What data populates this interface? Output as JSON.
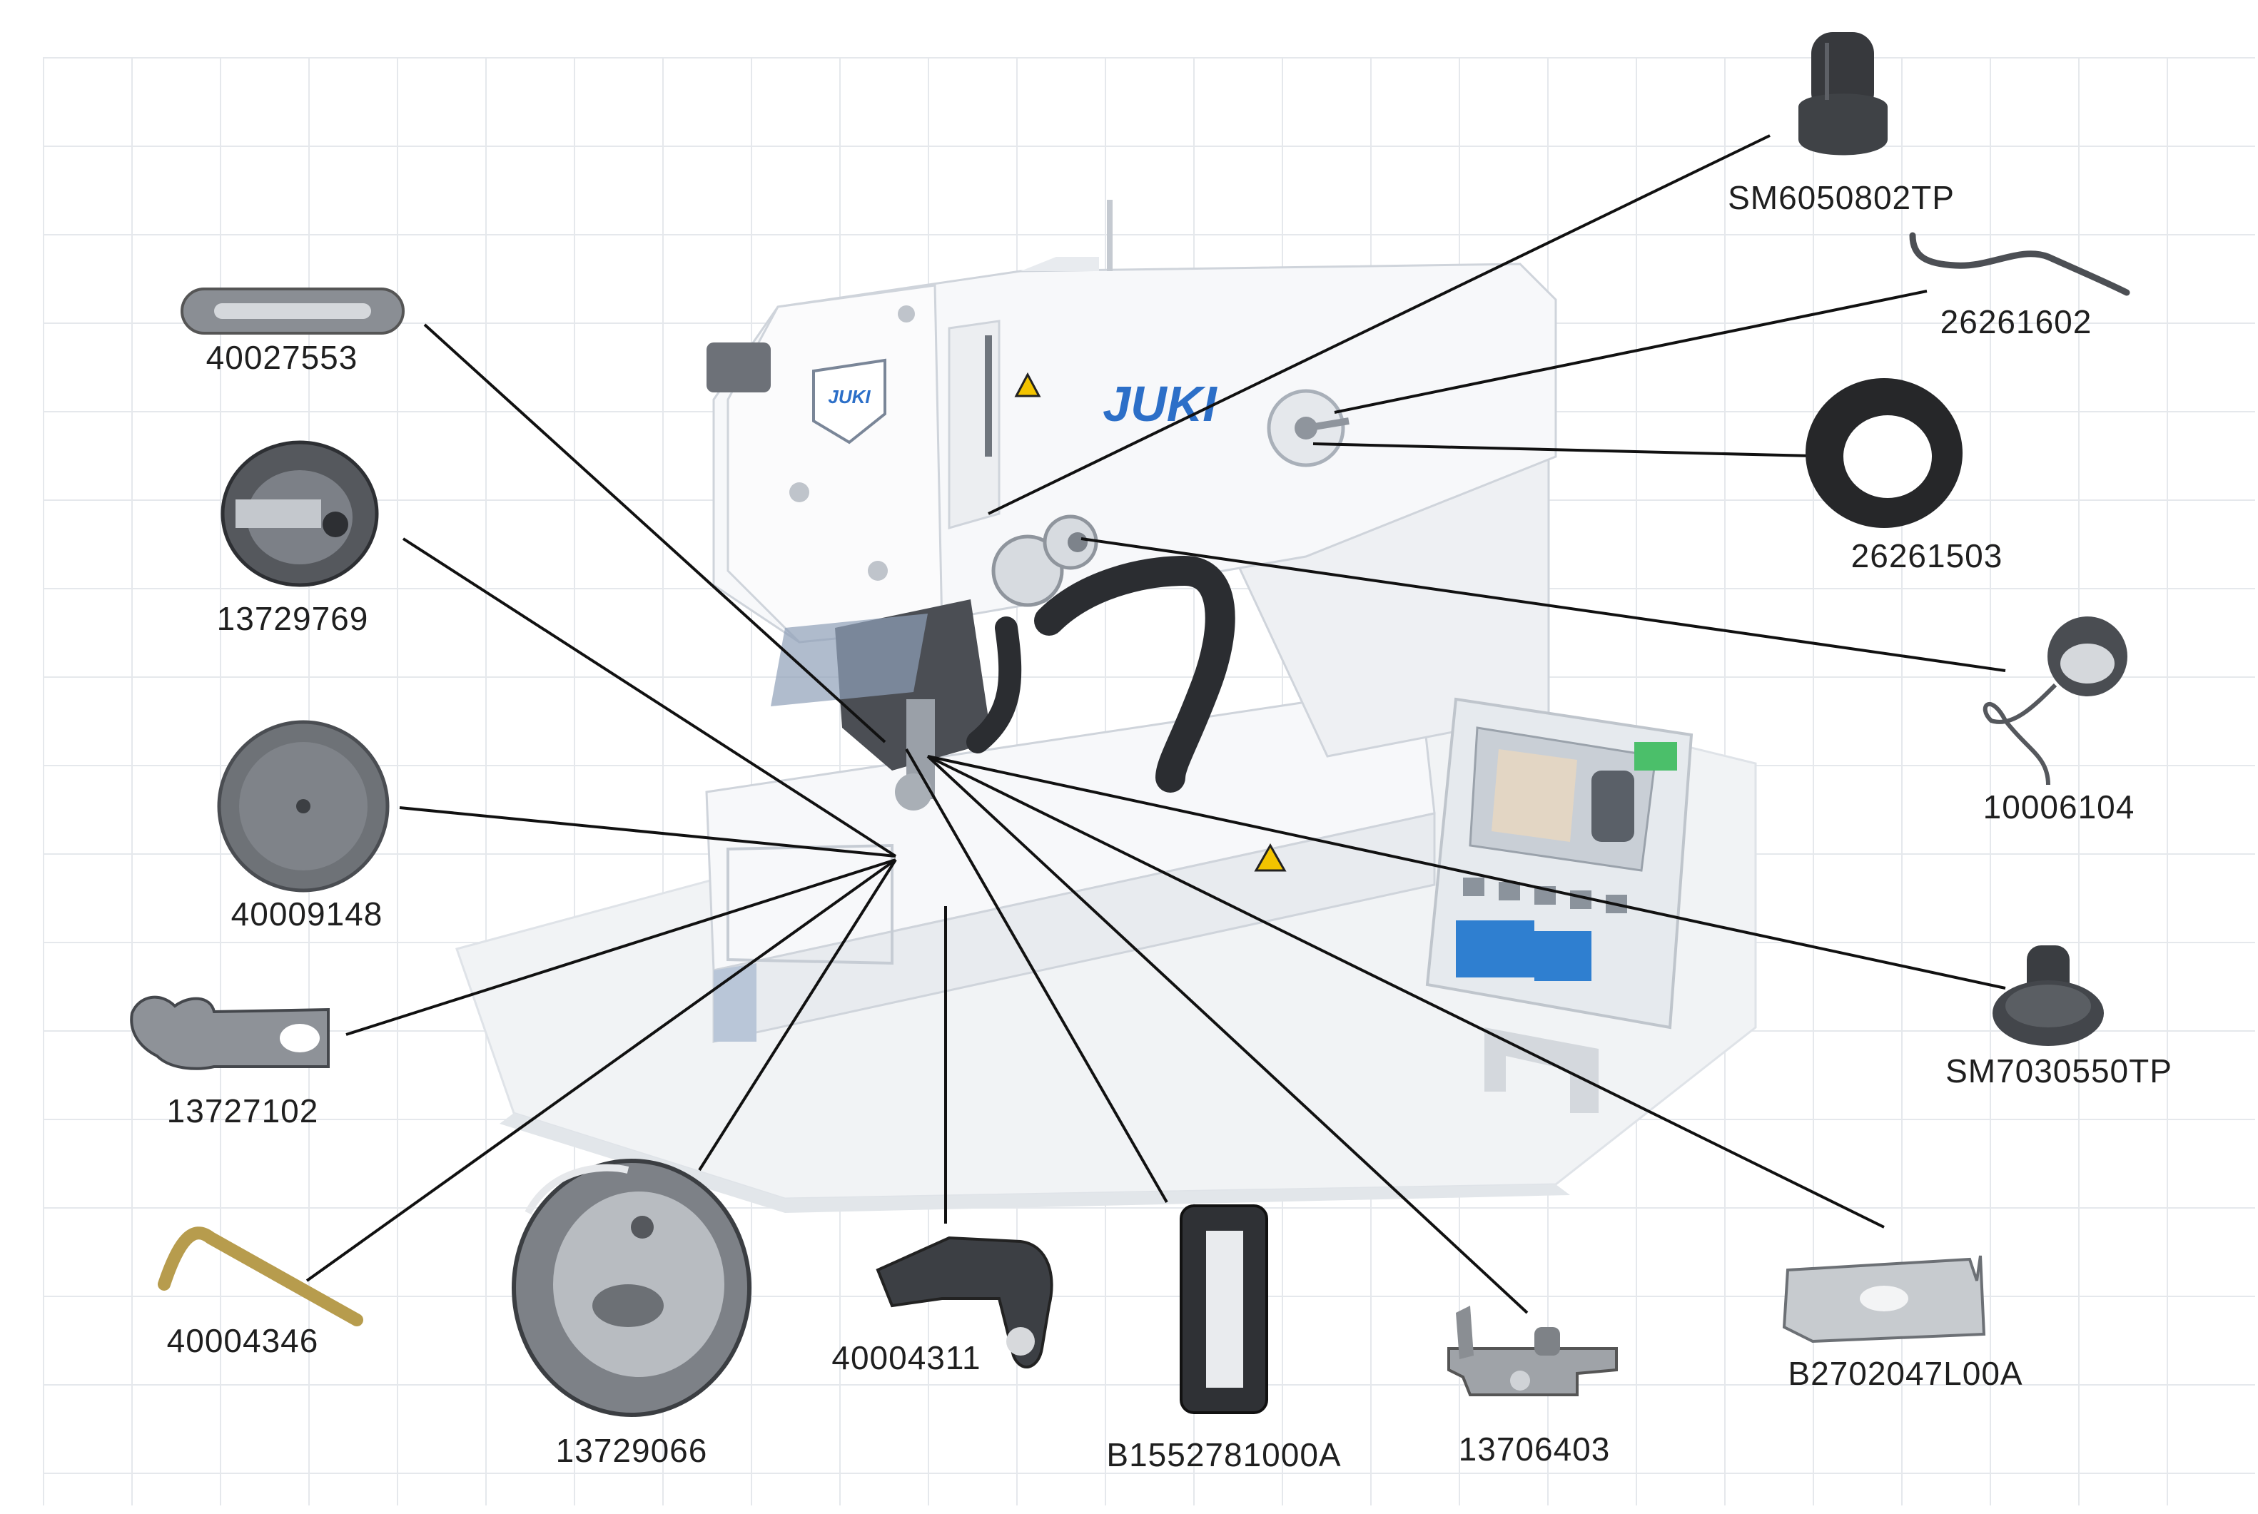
{
  "machine": {
    "brand_head": "JUKI",
    "brand_badge": "JUKI"
  },
  "colors": {
    "line": "#111111",
    "machine_white": "#f4f5f7",
    "machine_shadow": "#d9dde3",
    "part_dark": "#3a3a3a",
    "part_metal": "#a9adb2",
    "brand_blue": "#2c6fc8"
  },
  "parts": [
    {
      "id": "40027553",
      "label": "40027553",
      "icon": "needle-plate-slot"
    },
    {
      "id": "13729769",
      "label": "13729769",
      "icon": "bobbin-case"
    },
    {
      "id": "40009148",
      "label": "40009148",
      "icon": "thread-disc"
    },
    {
      "id": "13727102",
      "label": "13727102",
      "icon": "needle-clamp"
    },
    {
      "id": "40004346",
      "label": "40004346",
      "icon": "bent-wire"
    },
    {
      "id": "13729066",
      "label": "13729066",
      "icon": "rotary-hook"
    },
    {
      "id": "40004311",
      "label": "40004311",
      "icon": "bracket"
    },
    {
      "id": "B1552781000A",
      "label": "B1552781000A",
      "icon": "slot-plate"
    },
    {
      "id": "13706403",
      "label": "13706403",
      "icon": "clamp-plate"
    },
    {
      "id": "B2702047L00A",
      "label": "B2702047L00A",
      "icon": "feed-plate"
    },
    {
      "id": "SM7030550TP",
      "label": "SM7030550TP",
      "icon": "screw"
    },
    {
      "id": "10006104",
      "label": "10006104",
      "icon": "spring-cap"
    },
    {
      "id": "26261503",
      "label": "26261503",
      "icon": "rubber-ring"
    },
    {
      "id": "26261602",
      "label": "26261602",
      "icon": "wire-spring"
    },
    {
      "id": "SM6050802TP",
      "label": "SM6050802TP",
      "icon": "screw"
    }
  ]
}
